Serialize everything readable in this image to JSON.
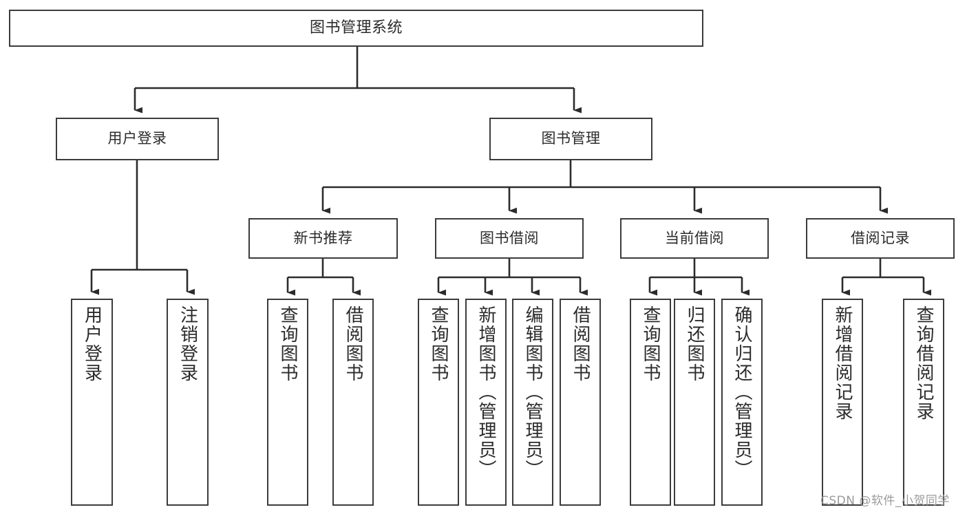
{
  "diagram": {
    "type": "hierarchy-tree",
    "title": "图书管理系统",
    "root": {
      "label": "图书管理系统"
    },
    "level1": [
      {
        "label": "用户登录"
      },
      {
        "label": "图书管理"
      }
    ],
    "level2": [
      {
        "label": "新书推荐"
      },
      {
        "label": "图书借阅"
      },
      {
        "label": "当前借阅"
      },
      {
        "label": "借阅记录"
      }
    ],
    "leaves": {
      "user_login": [
        {
          "label": "用户登录"
        },
        {
          "label": "注销登录"
        }
      ],
      "new_book_recommend": [
        {
          "label": "查询图书"
        },
        {
          "label": "借阅图书"
        }
      ],
      "book_borrow": [
        {
          "label": "查询图书"
        },
        {
          "label": "新增图书（管理员）"
        },
        {
          "label": "编辑图书（管理员）"
        },
        {
          "label": "借阅图书"
        }
      ],
      "current_borrow": [
        {
          "label": "查询图书"
        },
        {
          "label": "归还图书"
        },
        {
          "label": "确认归还（管理员）"
        }
      ],
      "borrow_record": [
        {
          "label": "新增借阅记录"
        },
        {
          "label": "查询借阅记录"
        }
      ]
    },
    "watermark": "CSDN @软件_小贺同学",
    "colors": {
      "background": "#ffffff",
      "box_border": "#3b3b3b",
      "box_fill": "#ffffff",
      "text": "#2b2b2b",
      "connector": "#2b2b2b",
      "watermark": "#9b9b9b"
    }
  }
}
